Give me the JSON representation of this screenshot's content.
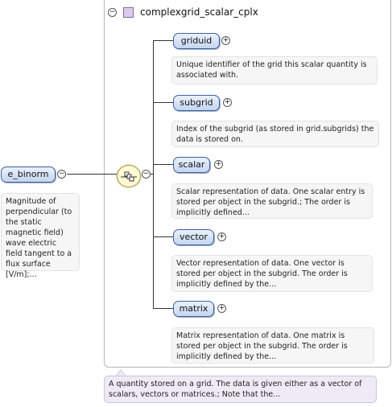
{
  "root": {
    "name": "e_binorm",
    "doc": "Magnitude of perpendicular (to the static magnetic field) wave electric field tangent to a flux surface [V/m];..."
  },
  "type": {
    "name": "complexgrid_scalar_cplx",
    "doc": "A quantity stored on a grid. The data is given either as a vector of scalars, vectors or matrices.; Note that the..."
  },
  "children": [
    {
      "name": "griduid",
      "doc": "Unique identifier of the grid this scalar quantity is associated with."
    },
    {
      "name": "subgrid",
      "doc": "Index of the subgrid (as stored in grid.subgrids) the data is stored on."
    },
    {
      "name": "scalar",
      "doc": "Scalar representation of data. One scalar entry is stored per object in the subgrid.; The order is implicitly defined..."
    },
    {
      "name": "vector",
      "doc": "Vector representation of data. One vector is stored per object in the subgrid. The order is implicitly defined by the..."
    },
    {
      "name": "matrix",
      "doc": "Matrix representation of data. One matrix is stored per object in the subgrid. The order is implicitly defined by the..."
    }
  ],
  "icons": {
    "collapse": "−",
    "expand": "+"
  }
}
